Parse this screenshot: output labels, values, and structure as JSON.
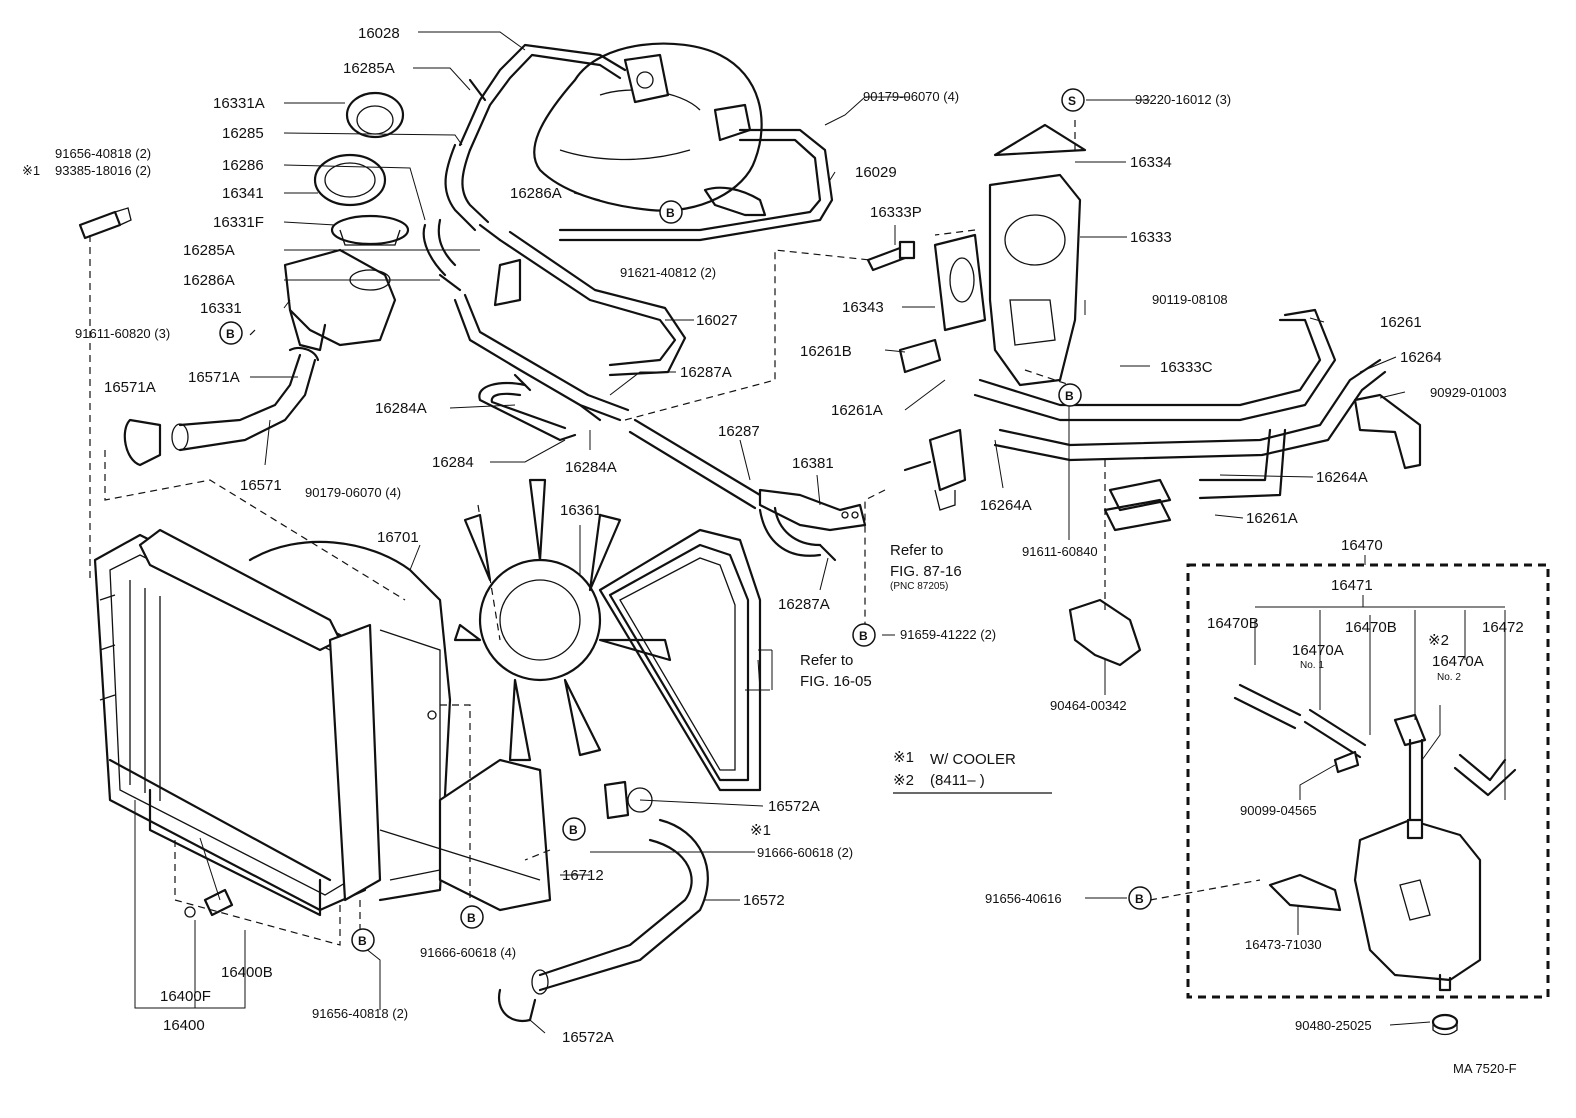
{
  "labels": [
    {
      "id": "16028",
      "text": "16028"
    },
    {
      "id": "16285A_top",
      "text": "16285A"
    },
    {
      "id": "16331A",
      "text": "16331A"
    },
    {
      "id": "16285",
      "text": "16285"
    },
    {
      "id": "16286",
      "text": "16286"
    },
    {
      "id": "16341",
      "text": "16341"
    },
    {
      "id": "16331F",
      "text": "16331F"
    },
    {
      "id": "16285A_mid",
      "text": "16285A"
    },
    {
      "id": "16286A_left",
      "text": "16286A"
    },
    {
      "id": "16331",
      "text": "16331"
    },
    {
      "id": "16286A_center",
      "text": "16286A"
    },
    {
      "id": "16029",
      "text": "16029"
    },
    {
      "id": "16027",
      "text": "16027"
    },
    {
      "id": "16287A_top",
      "text": "16287A"
    },
    {
      "id": "16284A_left",
      "text": "16284A"
    },
    {
      "id": "16284",
      "text": "16284"
    },
    {
      "id": "16284A_bottom",
      "text": "16284A"
    },
    {
      "id": "16571A_left",
      "text": "16571A"
    },
    {
      "id": "16571A_right",
      "text": "16571A"
    },
    {
      "id": "16571",
      "text": "16571"
    },
    {
      "id": "16287",
      "text": "16287"
    },
    {
      "id": "16381",
      "text": "16381"
    },
    {
      "id": "16287A_bottom",
      "text": "16287A"
    },
    {
      "id": "16361",
      "text": "16361"
    },
    {
      "id": "16701",
      "text": "16701"
    },
    {
      "id": "16334",
      "text": "16334"
    },
    {
      "id": "16333P",
      "text": "16333P"
    },
    {
      "id": "16333",
      "text": "16333"
    },
    {
      "id": "16343",
      "text": "16343"
    },
    {
      "id": "16261B",
      "text": "16261B"
    },
    {
      "id": "16261A_left",
      "text": "16261A"
    },
    {
      "id": "16333C",
      "text": "16333C"
    },
    {
      "id": "16261",
      "text": "16261"
    },
    {
      "id": "16264",
      "text": "16264"
    },
    {
      "id": "16264A_left",
      "text": "16264A"
    },
    {
      "id": "16264A_right",
      "text": "16264A"
    },
    {
      "id": "16261A_right",
      "text": "16261A"
    },
    {
      "id": "16470",
      "text": "16470"
    },
    {
      "id": "16471",
      "text": "16471"
    },
    {
      "id": "16470B_left",
      "text": "16470B"
    },
    {
      "id": "16470B_right",
      "text": "16470B"
    },
    {
      "id": "16470A_1",
      "text": "16470A"
    },
    {
      "id": "16470A_2",
      "text": "16470A"
    },
    {
      "id": "16472",
      "text": "16472"
    },
    {
      "id": "16572A_top",
      "text": "16572A"
    },
    {
      "id": "16572",
      "text": "16572"
    },
    {
      "id": "16572A_bottom",
      "text": "16572A"
    },
    {
      "id": "16712",
      "text": "16712"
    },
    {
      "id": "16400B",
      "text": "16400B"
    },
    {
      "id": "16400F",
      "text": "16400F"
    },
    {
      "id": "16400",
      "text": "16400"
    }
  ],
  "part_numbers": [
    {
      "id": "91656-40818_top",
      "text": "91656-40818 (2)"
    },
    {
      "id": "93385-18016",
      "text": "93385-18016 (2)"
    },
    {
      "id": "91611-60820",
      "text": "91611-60820 (3)"
    },
    {
      "id": "90179-06070_top",
      "text": "90179-06070 (4)"
    },
    {
      "id": "93220-16012",
      "text": "93220-16012 (3)"
    },
    {
      "id": "91621-40812",
      "text": "91621-40812 (2)"
    },
    {
      "id": "90119-08108",
      "text": "90119-08108"
    },
    {
      "id": "90929-01003",
      "text": "90929-01003"
    },
    {
      "id": "90179-06070_mid",
      "text": "90179-06070 (4)"
    },
    {
      "id": "91611-60840",
      "text": "91611-60840"
    },
    {
      "id": "91659-41222",
      "text": "91659-41222 (2)"
    },
    {
      "id": "90464-00342",
      "text": "90464-00342"
    },
    {
      "id": "91666-60618_2",
      "text": "91666-60618 (2)"
    },
    {
      "id": "91666-60618_4",
      "text": "91666-60618 (4)"
    },
    {
      "id": "91656-40818_bottom",
      "text": "91656-40818 (2)"
    },
    {
      "id": "90099-04565",
      "text": "90099-04565"
    },
    {
      "id": "91656-40616",
      "text": "91656-40616"
    },
    {
      "id": "16473-71030",
      "text": "16473-71030"
    },
    {
      "id": "90480-25025",
      "text": "90480-25025"
    }
  ],
  "references": {
    "fig87_line1": "Refer to",
    "fig87_line2": "FIG. 87-16",
    "fig87_pnc": "(PNC 87205)",
    "fig16_line1": "Refer to",
    "fig16_line2": "FIG. 16-05"
  },
  "notes": {
    "mark1": "※1",
    "mark2": "※2",
    "note1_mark": "※1",
    "note1_text": "W/ COOLER",
    "note2_mark": "※2",
    "note2_text": "(8411–        )",
    "no1": "No. 1",
    "no2": "No. 2",
    "b": "B",
    "s": "S"
  },
  "footer_code": "MA  7520-F"
}
